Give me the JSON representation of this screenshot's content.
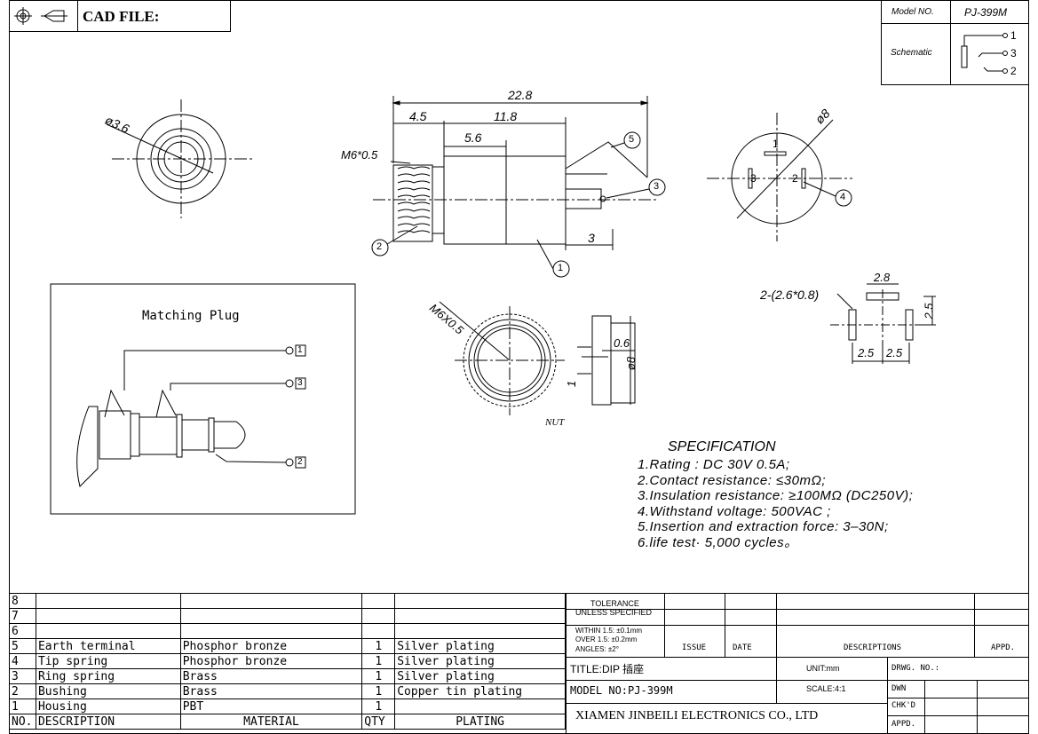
{
  "header": {
    "cad_label": "CAD FILE:",
    "model_label": "Model NO.",
    "model_value": "PJ-399M",
    "schematic_label": "Schematic",
    "schematic_pins": [
      "1",
      "3",
      "2"
    ]
  },
  "drawing": {
    "front_dia": "ø3.6",
    "side_overall": "22.8",
    "side_thread_len": "4.5",
    "side_body_len": "11.8",
    "side_mid_len": "5.6",
    "side_thread": "M6*0.5",
    "side_end": "3",
    "callouts": [
      "1",
      "2",
      "3",
      "4",
      "5"
    ],
    "rear_dia": "ø8",
    "rear_pins": [
      "1",
      "3",
      "2"
    ],
    "nut_thread": "M6X0.5",
    "nut_thick": "0.6",
    "nut_dia": "ø8",
    "nut_small": "1",
    "nut_label": "NUT",
    "pcb_holes": "2-(2.6*0.8)",
    "pcb_w": "2.8",
    "pcb_h": "2.5",
    "pcb_x1": "2.5",
    "pcb_x2": "2.5"
  },
  "plug": {
    "title": "Matching Plug",
    "pins": [
      "1",
      "3",
      "2"
    ]
  },
  "specification": {
    "title": "SPECIFICATION",
    "lines": [
      "1.Rating : DC 30V 0.5A;",
      "2.Contact resistance: ≤30mΩ;",
      "3.Insulation resistance: ≥100MΩ (DC250V);",
      "4.Withstand voltage: 500VAC ;",
      "5.Insertion and extraction force: 3–30N;",
      "6.life test· 5,000 cycles。"
    ]
  },
  "bom": {
    "rows": [
      {
        "no": "8",
        "desc": "",
        "mat": "",
        "qty": "",
        "plating": ""
      },
      {
        "no": "7",
        "desc": "",
        "mat": "",
        "qty": "",
        "plating": ""
      },
      {
        "no": "6",
        "desc": "",
        "mat": "",
        "qty": "",
        "plating": ""
      },
      {
        "no": "5",
        "desc": "Earth terminal",
        "mat": "Phosphor bronze",
        "qty": "1",
        "plating": "Silver plating"
      },
      {
        "no": "4",
        "desc": "Tip spring",
        "mat": "Phosphor bronze",
        "qty": "1",
        "plating": "Silver plating"
      },
      {
        "no": "3",
        "desc": "Ring spring",
        "mat": "Brass",
        "qty": "1",
        "plating": "Silver plating"
      },
      {
        "no": "2",
        "desc": "Bushing",
        "mat": "Brass",
        "qty": "1",
        "plating": "Copper tin plating"
      },
      {
        "no": "1",
        "desc": "Housing",
        "mat": "PBT",
        "qty": "1",
        "plating": ""
      }
    ],
    "headers": {
      "no": "NO.",
      "desc": "DESCRIPTION",
      "mat": "MATERIAL",
      "qty": "QTY",
      "plating": "PLATING"
    }
  },
  "titleblock": {
    "tolerance": "TOLERANCE",
    "unless": "UNLESS SPECIFIED",
    "within": "WITHIN 1.5: ±0.1mm",
    "over": "OVER 1.5: ±0.2mm",
    "angles": "ANGLES: ±2°",
    "issue": "ISSUE",
    "date": "DATE",
    "descriptions": "DESCRIPTIONS",
    "appd": "APPD.",
    "title": "TITLE:DIP 插座",
    "unit": "UNIT:mm",
    "drwg": "DRWG. NO.:",
    "model": "MODEL NO:PJ-399M",
    "scale": "SCALE:4:1",
    "dwn": "DWN",
    "chkd": "CHK'D",
    "appd2": "APPD.",
    "company": "XIAMEN JINBEILI ELECTRONICS CO., LTD"
  }
}
